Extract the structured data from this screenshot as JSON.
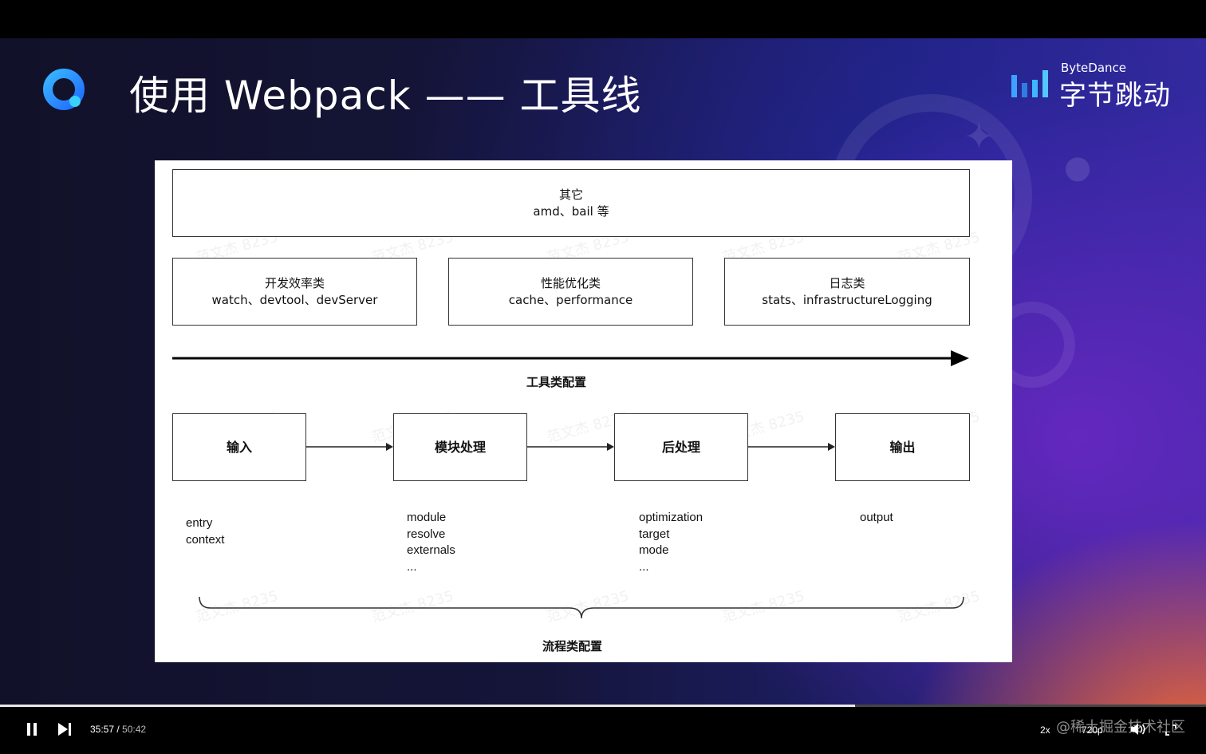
{
  "slide": {
    "title": "使用 Webpack —— 工具线",
    "brand": {
      "en": "ByteDance",
      "cn": "字节跳动",
      "colors": {
        "bars": "#3da2ff",
        "text": "#ffffff"
      }
    }
  },
  "diagram": {
    "other_box": {
      "title": "其它",
      "items": "amd、bail 等"
    },
    "tool_boxes": [
      {
        "title": "开发效率类",
        "items": "watch、devtool、devServer"
      },
      {
        "title": "性能优化类",
        "items": "cache、performance"
      },
      {
        "title": "日志类",
        "items": "stats、infrastructureLogging"
      }
    ],
    "tool_axis_label": "工具类配置",
    "stages": [
      {
        "label": "输入",
        "options": "entry\ncontext"
      },
      {
        "label": "模块处理",
        "options": "module\nresolve\nexternals\n..."
      },
      {
        "label": "后处理",
        "options": "optimization\ntarget\nmode\n..."
      },
      {
        "label": "输出",
        "options": "output"
      }
    ],
    "flow_label": "流程类配置",
    "watermark": "范文杰 8235"
  },
  "player": {
    "current_time": "35:57",
    "separator": " / ",
    "duration": "50:42",
    "progress": 0.709,
    "speed": "2x",
    "quality": "720p",
    "icons": [
      "pause-icon",
      "next-icon",
      "volume-icon",
      "fullscreen-icon"
    ],
    "site_watermark": "@稀土掘金技术社区"
  }
}
